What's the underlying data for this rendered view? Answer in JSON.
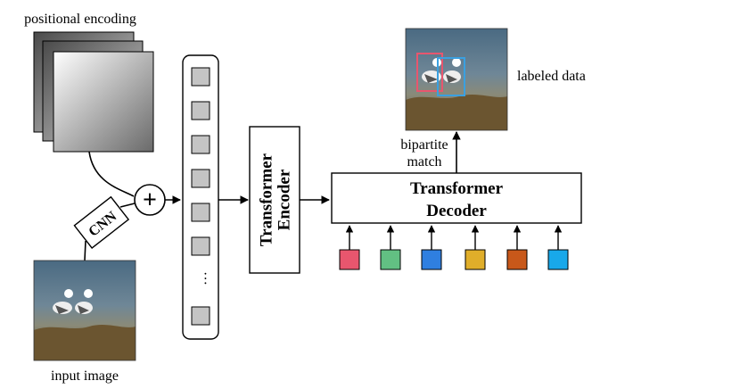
{
  "labels": {
    "positional_encoding": "positional encoding",
    "input_image": "input image",
    "cnn": "CNN",
    "plus": "+",
    "encoder_line1": "Transformer",
    "encoder_line2": "Encoder",
    "decoder_line1": "Transformer",
    "decoder_line2": "Decoder",
    "bipartite": "bipartite",
    "match": "match",
    "labeled_data": "labeled data",
    "ellipsis": "···"
  },
  "query_colors": [
    "#e8566e",
    "#62c083",
    "#2f7fe0",
    "#e0ae2a",
    "#c8581a",
    "#18a8ea"
  ],
  "box_colors": {
    "pink": "#e8566e",
    "blue": "#3aa0e0"
  },
  "token_fill": "#c4c4c4"
}
